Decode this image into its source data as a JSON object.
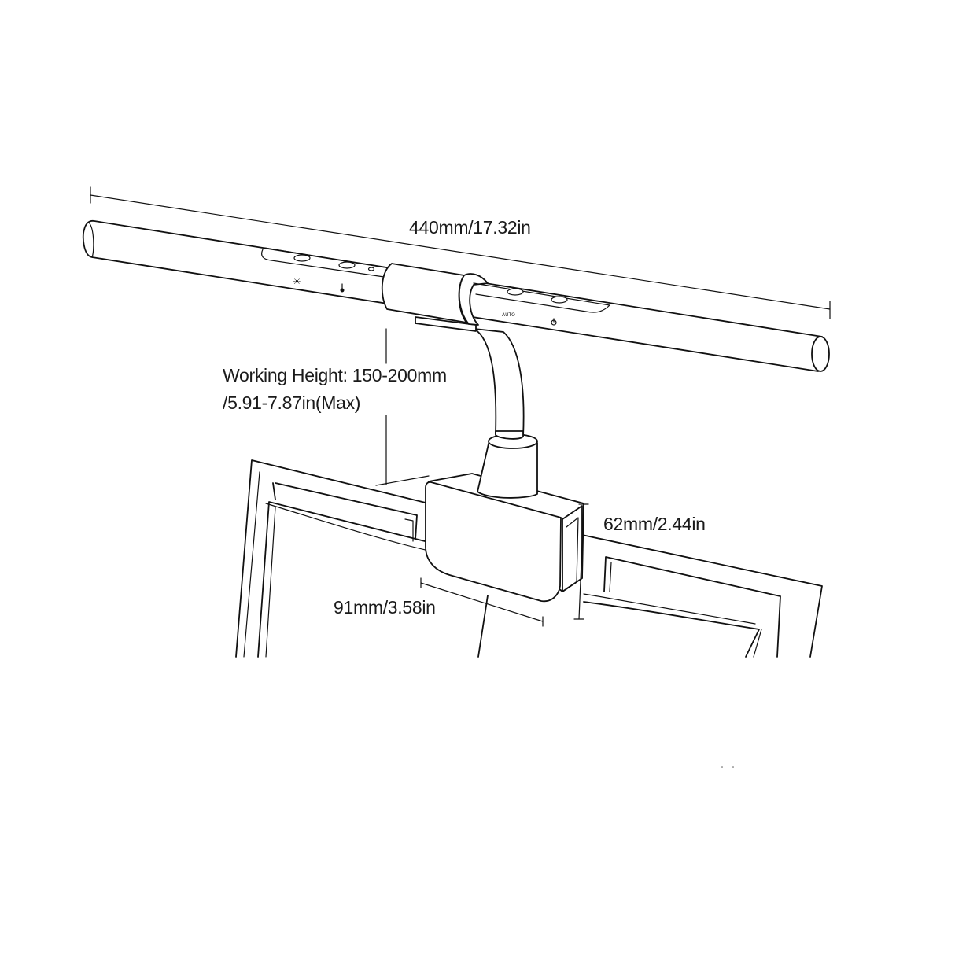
{
  "dimensions": {
    "length": "440mm/17.32in",
    "working_height_line1": "Working Height: 150-200mm",
    "working_height_line2": "/5.91-7.87in(Max)",
    "clip_height": "62mm/2.44in",
    "clip_width": "91mm/3.58in"
  },
  "control_labels": {
    "brightness_icon": "☀",
    "color_temp_icon": "thermometer",
    "auto_label": "AUTO",
    "power_icon": "power"
  },
  "line_color": "#111111",
  "background_color": "#ffffff"
}
